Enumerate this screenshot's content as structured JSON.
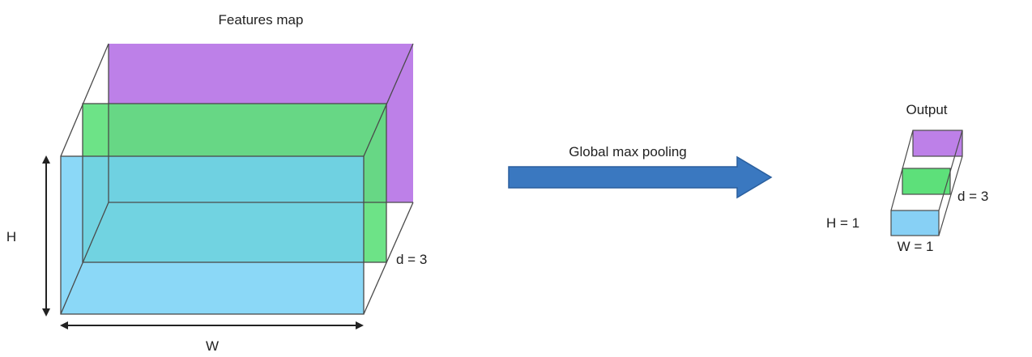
{
  "diagram": {
    "features_map": {
      "title": "Features map",
      "height_label": "H",
      "width_label": "W",
      "depth_label": "d = 3",
      "channels": [
        {
          "name": "back",
          "color": "#bd80e8"
        },
        {
          "name": "middle",
          "color": "#5de07a"
        },
        {
          "name": "front",
          "color": "#72cff5"
        }
      ]
    },
    "operation": {
      "label": "Global max pooling",
      "arrow_color": "#3a78c0",
      "arrow_border": "#2a5f9e"
    },
    "output": {
      "title": "Output",
      "height_label": "H = 1",
      "width_label": "W = 1",
      "depth_label": "d = 3",
      "channels": [
        {
          "name": "back",
          "color": "#bd80e8"
        },
        {
          "name": "middle",
          "color": "#5de07a"
        },
        {
          "name": "front",
          "color": "#87d0f5"
        }
      ]
    },
    "outline_color": "#4a4a4a"
  }
}
